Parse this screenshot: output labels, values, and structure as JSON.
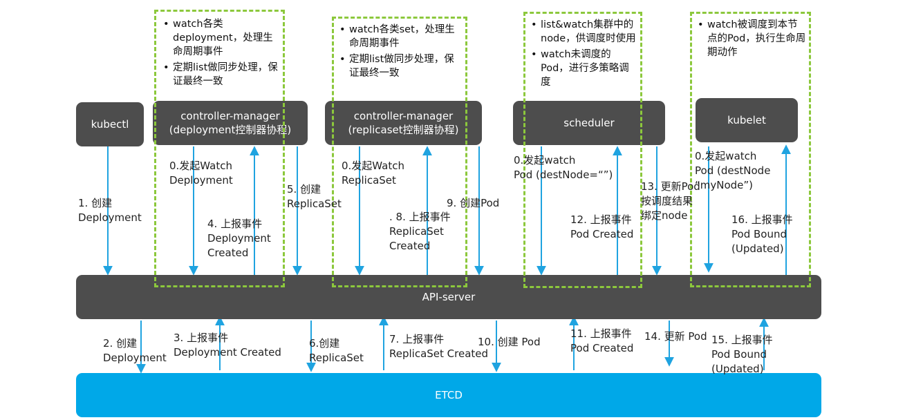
{
  "components": {
    "kubectl": "kubectl",
    "cm_deploy_l1": "controller-manager",
    "cm_deploy_l2": "(deployment控制器协程)",
    "cm_rs_l1": "controller-manager",
    "cm_rs_l2": "(replicaset控制器协程)",
    "scheduler": "scheduler",
    "kubelet": "kubelet",
    "api_server": "API-server",
    "etcd": "ETCD"
  },
  "notes": {
    "deploy": [
      "watch各类deployment，处理生命周期事件",
      "定期list做同步处理，保证最终一致"
    ],
    "rs": [
      "watch各类set，处理生命周期事件",
      "定期list做同步处理，保证最终一致"
    ],
    "sched": [
      "list&watch集群中的node，供调度时使用",
      "watch未调度的Pod，进行多策略调度"
    ],
    "kubelet": [
      "watch被调度到本节点的Pod，执行生命周期动作"
    ]
  },
  "labels": {
    "l1a": "1. 创建",
    "l1b": "Deployment",
    "l0da": "0.发起Watch",
    "l0db": "Deployment",
    "l4a": "4. 上报事件",
    "l4b": "Deployment",
    "l4c": "Created",
    "l5a": "5. 创建",
    "l5b": "ReplicaSet",
    "l0ra": "0.发起Watch",
    "l0rb": "ReplicaSet",
    "l8a": ". 8. 上报事件",
    "l8b": "ReplicaSet",
    "l8c": "Created",
    "l9": "9. 创建Pod",
    "l0sa": "0.发起watch",
    "l0sb": "Pod  (destNode=“”)",
    "l12a": "12. 上报事件",
    "l12b": "Pod Created",
    "l13a": "13. 更新Pod",
    "l13b": "按调度结果",
    "l13c": "绑定node",
    "l0ka": "0.发起watch",
    "l0kb": "Pod  (destNode",
    "l0kc": "“myNode”)",
    "l16a": "16. 上报事件",
    "l16b": "Pod Bound",
    "l16c": "(Updated)",
    "l2a": "2. 创建",
    "l2b": "Deployment",
    "l3a": "3. 上报事件",
    "l3b": "Deployment Created",
    "l6a": "6.创建",
    "l6b": "ReplicaSet",
    "l7a": "7. 上报事件",
    "l7b": "ReplicaSet Created",
    "l10": "10. 创建 Pod",
    "l11a": "11. 上报事件",
    "l11b": "Pod Created",
    "l14": "14. 更新 Pod",
    "l15a": "15. 上报事件",
    "l15b": "Pod Bound",
    "l15c": "(Updated)"
  },
  "colors": {
    "component": "#4d4d4d",
    "etcd": "#00a8e8",
    "arrow": "#1fa3e0",
    "note_border": "#8cc83c"
  }
}
